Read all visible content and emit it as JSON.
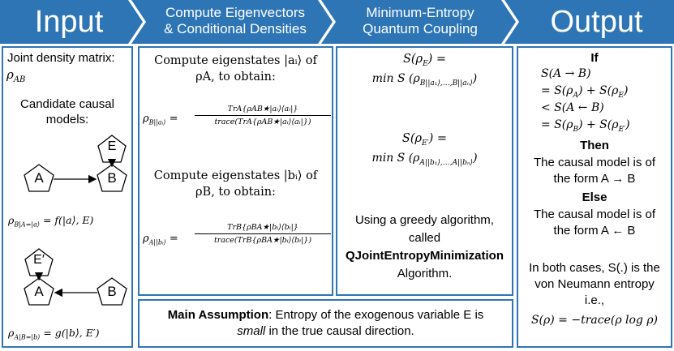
{
  "colors": {
    "header": "#2e75b6",
    "border": "#2e75b6"
  },
  "header": {
    "input": "Input",
    "compute_line1": "Compute Eigenvectors",
    "compute_line2": "& Conditional Densities",
    "coupling_line1": "Minimum-Entropy",
    "coupling_line2": "Quantum Coupling",
    "output": "Output"
  },
  "input_panel": {
    "joint_label": "Joint density matrix:",
    "joint_symbol": "ρAB",
    "candidate_line1": "Candidate causal",
    "candidate_line2": "models:",
    "node_E": "E",
    "node_A": "A",
    "node_B": "B",
    "model1_formula": "ρB|A=|a⟩ = f(|a⟩, E)",
    "node_E2": "E′",
    "node_A2": "A",
    "node_B2": "B",
    "model2_formula": "ρA|B=|b⟩ = g(|b⟩, E′)"
  },
  "compute_panel": {
    "step1_line1": "Compute eigenstates |aᵢ⟩ of",
    "step1_line2": "ρA, to obtain:",
    "lhs1": "ρB||aᵢ⟩ =",
    "num1": "TrA{ρAB★|aᵢ⟩⟨aᵢ|}",
    "den1": "trace(TrA{ρAB★|aᵢ⟩⟨aᵢ|})",
    "step2_line1": "Compute eigenstates |bᵢ⟩ of",
    "step2_line2": "ρB, to obtain:",
    "lhs2": "ρA||bᵢ⟩ =",
    "num2": "TrB{ρBA★|bᵢ⟩⟨bᵢ|}",
    "den2": "trace(TrB{ρBA★|bᵢ⟩⟨bᵢ|})"
  },
  "coupling_panel": {
    "eq1_line1": "S(ρE) =",
    "eq1_line2": "min S (ρB||a₁⟩,…,B||aₙ⟩)",
    "eq2_line1": "S(ρE′) =",
    "eq2_line2": "min S (ρA||b₁⟩,…,A||bₙ⟩)",
    "greedy_line1": "Using a greedy algorithm,",
    "greedy_line2": "called",
    "algorithm_name": "QJointEntropyMinimization",
    "algorithm_word": "Algorithm."
  },
  "output_panel": {
    "if_label": "If",
    "cond1": "S(A → B)",
    "cond2": "= S(ρA) + S(ρE)",
    "cond3": "< S(A ← B)",
    "cond4": "= S(ρB) + S(ρE′)",
    "then_label": "Then",
    "then_line1": "The causal model is of",
    "then_line2": "the form A → B",
    "else_label": "Else",
    "else_line1": "The causal model is of",
    "else_line2": "the form A ← B",
    "both_line1": "In both cases, S(.) is the",
    "both_line2": "von Neumann entropy",
    "both_line3": "i.e.,",
    "entropy_formula": "S(ρ) = −trace(ρ log ρ)"
  },
  "assumption": {
    "bold": "Main Assumption",
    "text1": ": Entropy of the exogenous variable E is",
    "italic": "small",
    "text2": " in the true causal direction."
  }
}
